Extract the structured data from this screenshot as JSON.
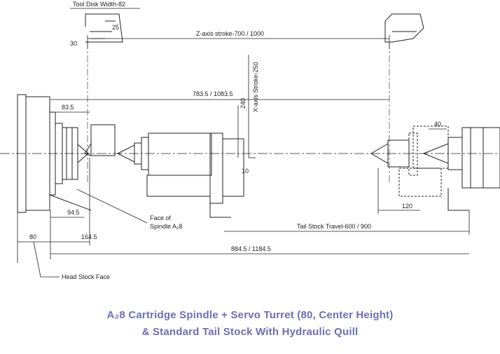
{
  "labels": {
    "tool_disk_width": "Tool Disk Width-82",
    "z_stroke": "Z-axis stroke-700 / 1000",
    "dim_783": "783.5 / 1083.5",
    "x_stroke": "X-axis Stroke-250",
    "dim_240": "240",
    "dim_25": "25",
    "dim_30": "30",
    "dim_83": "83.5",
    "dim_10": "10",
    "dim_40": "40",
    "dim_120": "120",
    "dim_94": "94.5",
    "face_of_spindle_1": "Face of",
    "face_of_spindle_2": "Spindle A₂8",
    "dim_164": "164.5",
    "tail_travel": "Tail Stock Travel-600 / 900",
    "dim_80": "80",
    "dim_884": "884.5 / 1184.5",
    "head_stock_face": "Head Stock Face"
  },
  "caption": {
    "line1": "A₂8 Cartridge Spindle + Servo Turret (80, Center Height)",
    "line2": "& Standard Tail Stock With Hydraulic Quill"
  }
}
